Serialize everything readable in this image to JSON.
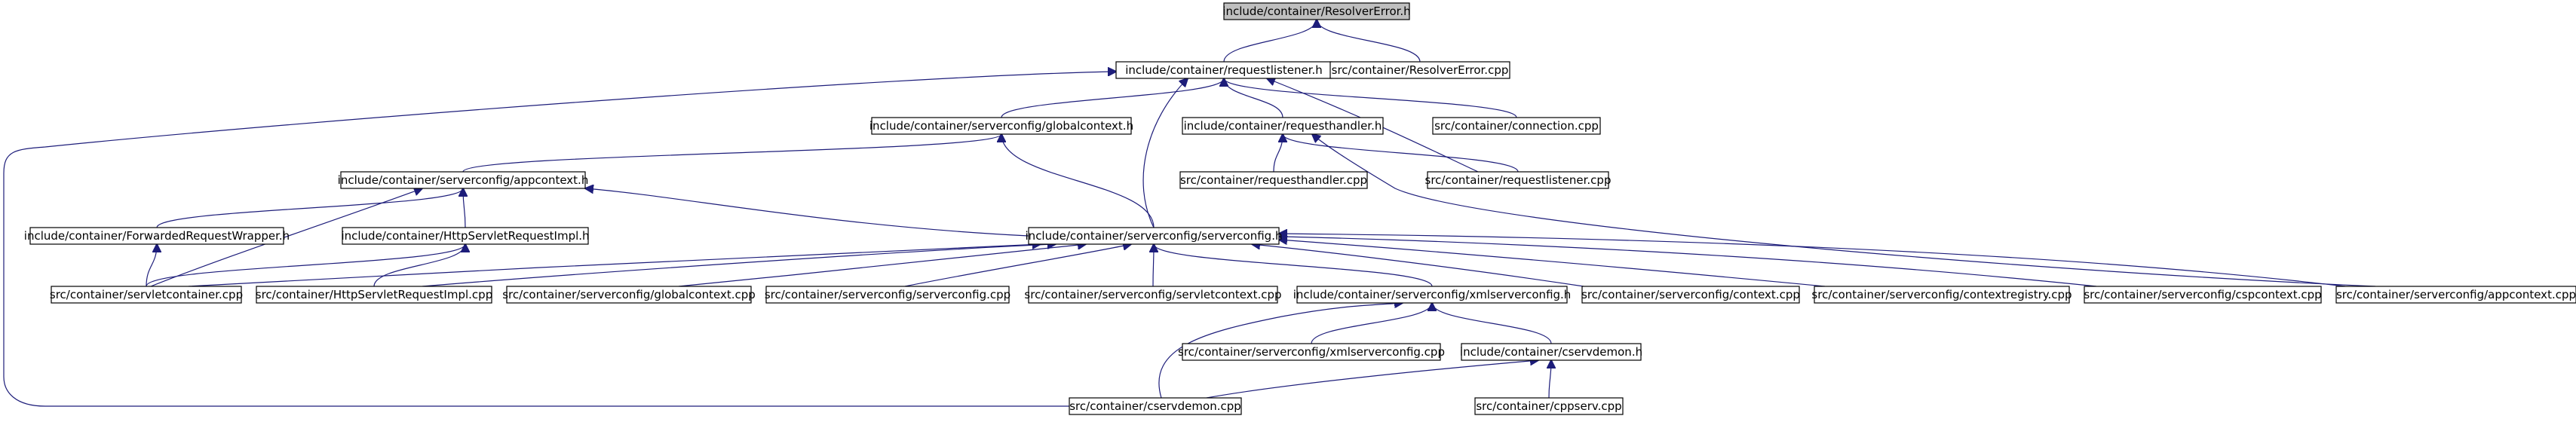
{
  "diagram": {
    "nodes": [
      {
        "id": "n_resolver_h",
        "label": "include/container/ResolverError.h",
        "focus": true
      },
      {
        "id": "n_reqlistener_h",
        "label": "include/container/requestlistener.h"
      },
      {
        "id": "n_resolver_cpp",
        "label": "src/container/ResolverError.cpp"
      },
      {
        "id": "n_globalctx_h",
        "label": "include/container/serverconfig/globalcontext.h"
      },
      {
        "id": "n_reqhandler_h",
        "label": "include/container/requesthandler.h"
      },
      {
        "id": "n_connection_cpp",
        "label": "src/container/connection.cpp"
      },
      {
        "id": "n_appctx_h",
        "label": "include/container/serverconfig/appcontext.h"
      },
      {
        "id": "n_reqhandler_cpp",
        "label": "src/container/requesthandler.cpp"
      },
      {
        "id": "n_reqlistener_cpp",
        "label": "src/container/requestlistener.cpp"
      },
      {
        "id": "n_fwdwrapper_h",
        "label": "include/container/ForwardedRequestWrapper.h"
      },
      {
        "id": "n_httpreq_h",
        "label": "include/container/HttpServletRequestImpl.h"
      },
      {
        "id": "n_serverconfig_h",
        "label": "include/container/serverconfig/serverconfig.h"
      },
      {
        "id": "n_servletcontainer_cpp",
        "label": "src/container/servletcontainer.cpp"
      },
      {
        "id": "n_httpreq_cpp",
        "label": "src/container/HttpServletRequestImpl.cpp"
      },
      {
        "id": "n_globalctx_cpp",
        "label": "src/container/serverconfig/globalcontext.cpp"
      },
      {
        "id": "n_serverconfig_cpp",
        "label": "src/container/serverconfig/serverconfig.cpp"
      },
      {
        "id": "n_servletctx_cpp",
        "label": "src/container/serverconfig/servletcontext.cpp"
      },
      {
        "id": "n_xmlconfig_h",
        "label": "include/container/serverconfig/xmlserverconfig.h"
      },
      {
        "id": "n_context_cpp",
        "label": "src/container/serverconfig/context.cpp"
      },
      {
        "id": "n_ctxregistry_cpp",
        "label": "src/container/serverconfig/contextregistry.cpp"
      },
      {
        "id": "n_cspctx_cpp",
        "label": "src/container/serverconfig/cspcontext.cpp"
      },
      {
        "id": "n_appctx_cpp",
        "label": "src/container/serverconfig/appcontext.cpp"
      },
      {
        "id": "n_xmlconfig_cpp",
        "label": "src/container/serverconfig/xmlserverconfig.cpp"
      },
      {
        "id": "n_cservdemon_h",
        "label": "include/container/cservdemon.h"
      },
      {
        "id": "n_cservdemon_cpp",
        "label": "src/container/cservdemon.cpp"
      },
      {
        "id": "n_cppserv_cpp",
        "label": "src/container/cppserv.cpp"
      }
    ],
    "edges": [
      {
        "from": "n_reqlistener_h",
        "to": "n_resolver_h"
      },
      {
        "from": "n_resolver_cpp",
        "to": "n_resolver_h"
      },
      {
        "from": "n_globalctx_h",
        "to": "n_reqlistener_h"
      },
      {
        "from": "n_reqhandler_h",
        "to": "n_reqlistener_h"
      },
      {
        "from": "n_connection_cpp",
        "to": "n_reqlistener_h"
      },
      {
        "from": "n_reqlistener_cpp",
        "to": "n_reqlistener_h"
      },
      {
        "from": "n_serverconfig_h",
        "to": "n_reqlistener_h"
      },
      {
        "from": "n_cservdemon_cpp",
        "to": "n_reqlistener_h"
      },
      {
        "from": "n_appctx_h",
        "to": "n_globalctx_h"
      },
      {
        "from": "n_serverconfig_h",
        "to": "n_globalctx_h"
      },
      {
        "from": "n_reqhandler_cpp",
        "to": "n_reqhandler_h"
      },
      {
        "from": "n_reqlistener_cpp",
        "to": "n_reqhandler_h"
      },
      {
        "from": "n_appctx_cpp",
        "to": "n_reqhandler_h"
      },
      {
        "from": "n_fwdwrapper_h",
        "to": "n_appctx_h"
      },
      {
        "from": "n_httpreq_h",
        "to": "n_appctx_h"
      },
      {
        "from": "n_servletcontainer_cpp",
        "to": "n_appctx_h"
      },
      {
        "from": "n_serverconfig_h",
        "to": "n_appctx_h"
      },
      {
        "from": "n_servletcontainer_cpp",
        "to": "n_fwdwrapper_h"
      },
      {
        "from": "n_servletcontainer_cpp",
        "to": "n_httpreq_h"
      },
      {
        "from": "n_httpreq_cpp",
        "to": "n_httpreq_h"
      },
      {
        "from": "n_servletcontainer_cpp",
        "to": "n_serverconfig_h"
      },
      {
        "from": "n_httpreq_cpp",
        "to": "n_serverconfig_h"
      },
      {
        "from": "n_globalctx_cpp",
        "to": "n_serverconfig_h"
      },
      {
        "from": "n_serverconfig_cpp",
        "to": "n_serverconfig_h"
      },
      {
        "from": "n_servletctx_cpp",
        "to": "n_serverconfig_h"
      },
      {
        "from": "n_xmlconfig_h",
        "to": "n_serverconfig_h"
      },
      {
        "from": "n_context_cpp",
        "to": "n_serverconfig_h"
      },
      {
        "from": "n_ctxregistry_cpp",
        "to": "n_serverconfig_h"
      },
      {
        "from": "n_cspctx_cpp",
        "to": "n_serverconfig_h"
      },
      {
        "from": "n_appctx_cpp",
        "to": "n_serverconfig_h"
      },
      {
        "from": "n_xmlconfig_cpp",
        "to": "n_xmlconfig_h"
      },
      {
        "from": "n_cservdemon_h",
        "to": "n_xmlconfig_h"
      },
      {
        "from": "n_cservdemon_cpp",
        "to": "n_xmlconfig_h"
      },
      {
        "from": "n_cservdemon_cpp",
        "to": "n_cservdemon_h"
      },
      {
        "from": "n_cppserv_cpp",
        "to": "n_cservdemon_h"
      }
    ]
  },
  "colors": {
    "edge": "#1d1d7a",
    "focus_fill": "#bfbfbf",
    "node_fill": "#ffffff",
    "node_border": "#000000"
  }
}
